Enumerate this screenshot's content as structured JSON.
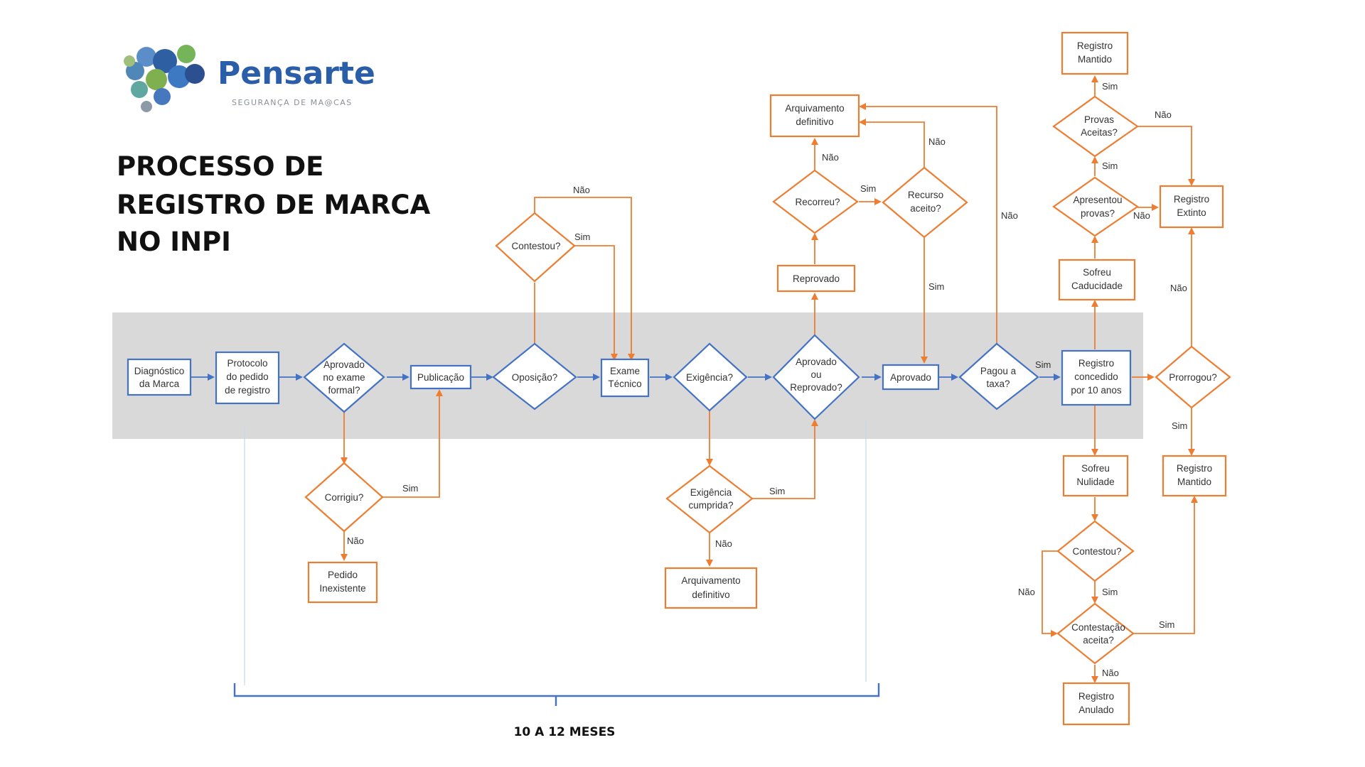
{
  "logo": {
    "name": "Pensarte",
    "tagline": "SEGURANÇA DE MA@CAS"
  },
  "title": {
    "lines": [
      "PROCESSO DE",
      "REGISTRO DE MARCA",
      "NO INPI"
    ]
  },
  "colors": {
    "main_flow": "#4472c4",
    "branch_flow": "#ed7d31",
    "band": "#d9d9d9"
  },
  "period_label": "10 A 12 MESES",
  "nodes": {
    "diagnostico": {
      "lines": [
        "Diagnóstico",
        "da Marca"
      ]
    },
    "protocolo": {
      "lines": [
        "Protocolo",
        "do pedido",
        "de registro"
      ]
    },
    "aprovado_formal": {
      "lines": [
        "Aprovado",
        "no exame",
        "formal?"
      ]
    },
    "publicacao": {
      "lines": [
        "Publicação"
      ]
    },
    "oposicao": {
      "lines": [
        "Oposição?"
      ]
    },
    "exame_tecnico": {
      "lines": [
        "Exame",
        "Técnico"
      ]
    },
    "exigencia": {
      "lines": [
        "Exigência?"
      ]
    },
    "aprovado_reprovado": {
      "lines": [
        "Aprovado",
        "ou",
        "Reprovado?"
      ]
    },
    "aprovado": {
      "lines": [
        "Aprovado"
      ]
    },
    "pagou_taxa": {
      "lines": [
        "Pagou a",
        "taxa?"
      ]
    },
    "registro_concedido": {
      "lines": [
        "Registro",
        "concedido",
        "por 10 anos"
      ]
    },
    "prorrogou": {
      "lines": [
        "Prorrogou?"
      ]
    },
    "corrigiu": {
      "lines": [
        "Corrigiu?"
      ]
    },
    "pedido_inexistente": {
      "lines": [
        "Pedido",
        "Inexistente"
      ]
    },
    "contestou_top": {
      "lines": [
        "Contestou?"
      ]
    },
    "exigencia_cumprida": {
      "lines": [
        "Exigência",
        "cumprida?"
      ]
    },
    "arquivamento_bottom": {
      "lines": [
        "Arquivamento",
        "definitivo"
      ]
    },
    "reprovado": {
      "lines": [
        "Reprovado"
      ]
    },
    "recorreu": {
      "lines": [
        "Recorreu?"
      ]
    },
    "recurso_aceito": {
      "lines": [
        "Recurso",
        "aceito?"
      ]
    },
    "arquivamento_top": {
      "lines": [
        "Arquivamento",
        "definitivo"
      ]
    },
    "sofreu_caducidade": {
      "lines": [
        "Sofreu",
        "Caducidade"
      ]
    },
    "apresentou_provas": {
      "lines": [
        "Apresentou",
        "provas?"
      ]
    },
    "provas_aceitas": {
      "lines": [
        "Provas",
        "Aceitas?"
      ]
    },
    "registro_mantido_top": {
      "lines": [
        "Registro",
        "Mantido"
      ]
    },
    "registro_extinto": {
      "lines": [
        "Registro",
        "Extinto"
      ]
    },
    "sofreu_nulidade": {
      "lines": [
        "Sofreu",
        "Nulidade"
      ]
    },
    "contestou_bottom": {
      "lines": [
        "Contestou?"
      ]
    },
    "contestacao_aceita": {
      "lines": [
        "Contestação",
        "aceita?"
      ]
    },
    "registro_anulado": {
      "lines": [
        "Registro",
        "Anulado"
      ]
    },
    "registro_mantido_right": {
      "lines": [
        "Registro",
        "Mantido"
      ]
    }
  },
  "edge_labels": {
    "yes": "Sim",
    "no": "Não"
  }
}
